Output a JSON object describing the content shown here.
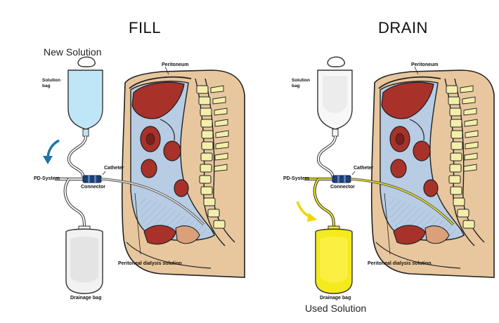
{
  "fill": {
    "title": "FILL",
    "solution_label": "New Solution",
    "labels": {
      "solution_bag": "Solution\nbag",
      "peritoneum": "Peritoneum",
      "catheter": "Catheter",
      "pd_system": "PD-System",
      "connector": "Connector",
      "dialysis_solution": "Peritoneal dialysis solution",
      "drainage_bag": "Drainage bag"
    }
  },
  "drain": {
    "title": "DRAIN",
    "solution_label": "Used Solution",
    "labels": {
      "solution_bag": "Solution\nbag",
      "peritoneum": "Peritoneum",
      "catheter": "Catheter",
      "pd_system": "PD-System",
      "connector": "Connector",
      "dialysis_solution": "Peritoneal dialysis solution",
      "drainage_bag": "Drainage bag"
    }
  },
  "colors": {
    "new_solution_blue": "#bfe6f7",
    "used_solution_yellow": "#f4ea1c",
    "arrow_blue": "#1f73a8",
    "arrow_yellow": "#f0d600",
    "skin": "#e8c79e",
    "organ_red": "#a8322a",
    "fluid_blue": "#b8cce4",
    "spine_yellow": "#f3eeaa",
    "connector_navy": "#1c3f74"
  }
}
